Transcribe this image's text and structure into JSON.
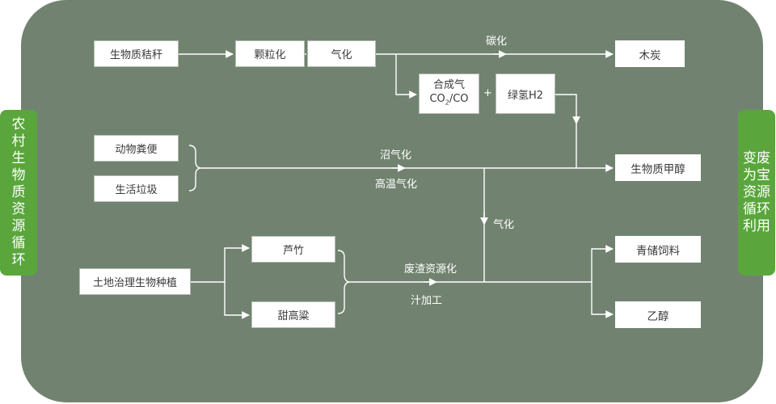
{
  "left_side": {
    "label": "农村生物质资源循环"
  },
  "right_side": {
    "label": "变废为宝 资源循环利用"
  },
  "nodes": {
    "straw": "生物质秸秆",
    "pellet": "颗粒化",
    "gasify": "气化",
    "charcoal": "木炭",
    "syngas_line1": "合成气",
    "syngas_co2_prefix": "CO",
    "syngas_co2_sub": "2",
    "syngas_co_suffix": "/CO",
    "plus": "+",
    "green_h2": "绿氢H2",
    "manure": "动物粪便",
    "garbage": "生活垃圾",
    "methanol": "生物质甲醇",
    "land": "土地治理生物种植",
    "reed": "芦竹",
    "sorghum": "甜高粱",
    "silage": "青储饲料",
    "ethanol": "乙醇"
  },
  "edge_labels": {
    "carbonize": "碳化",
    "biogas": "沼气化",
    "high_temp_gasify": "高温气化",
    "gasify_down": "气化",
    "residue_reuse": "废渣资源化",
    "juice_processing": "汁加工"
  },
  "colors": {
    "background": "#718370",
    "side_label": "#5aa63d",
    "node_fill": "#ffffff",
    "line": "#ffffff"
  }
}
